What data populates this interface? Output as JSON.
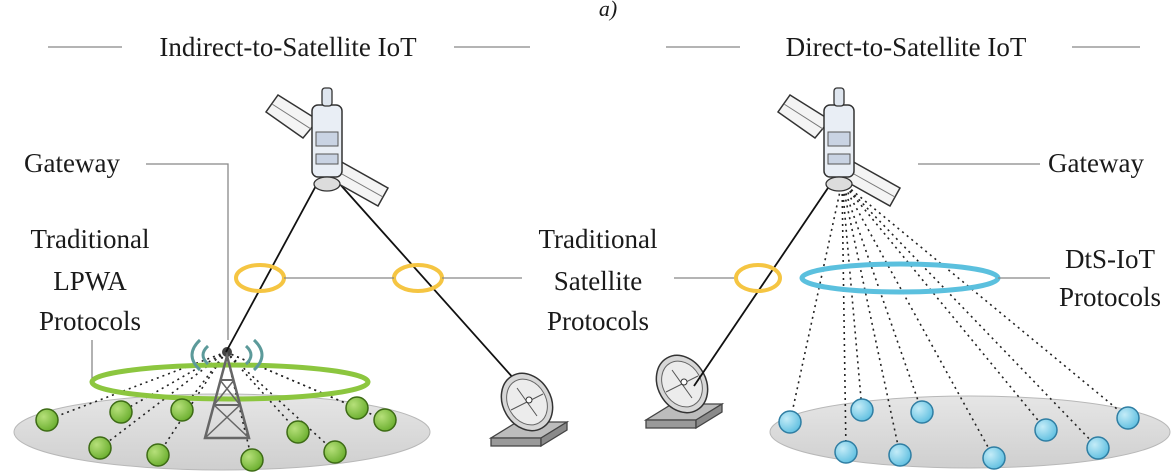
{
  "figure": {
    "partial_label": "a)",
    "left_panel": {
      "title": "Indirect-to-Satellite IoT",
      "gateway_label": "Gateway",
      "protocol_label": [
        "Traditional",
        "LPWA",
        "Protocols"
      ]
    },
    "center_label": [
      "Traditional",
      "Satellite",
      "Protocols"
    ],
    "right_panel": {
      "title": "Direct-to-Satellite IoT",
      "gateway_label": "Gateway",
      "protocol_label": [
        "DtS-IoT",
        "Protocols"
      ]
    }
  },
  "colors": {
    "lpwa_ring": "#8cc63f",
    "satellite_protocol_ring": "#f5c542",
    "dts_ring": "#5bc0de",
    "green_node": "#7dbf3f",
    "blue_node": "#7fd0ea",
    "ground_disc": "#d9d9d9",
    "line": "#1a1a1a",
    "leader_line": "#888888"
  },
  "icons": {
    "satellite": "satellite-icon",
    "tower": "cell-tower-icon",
    "dish": "ground-station-dish-icon",
    "node": "iot-node-icon"
  }
}
